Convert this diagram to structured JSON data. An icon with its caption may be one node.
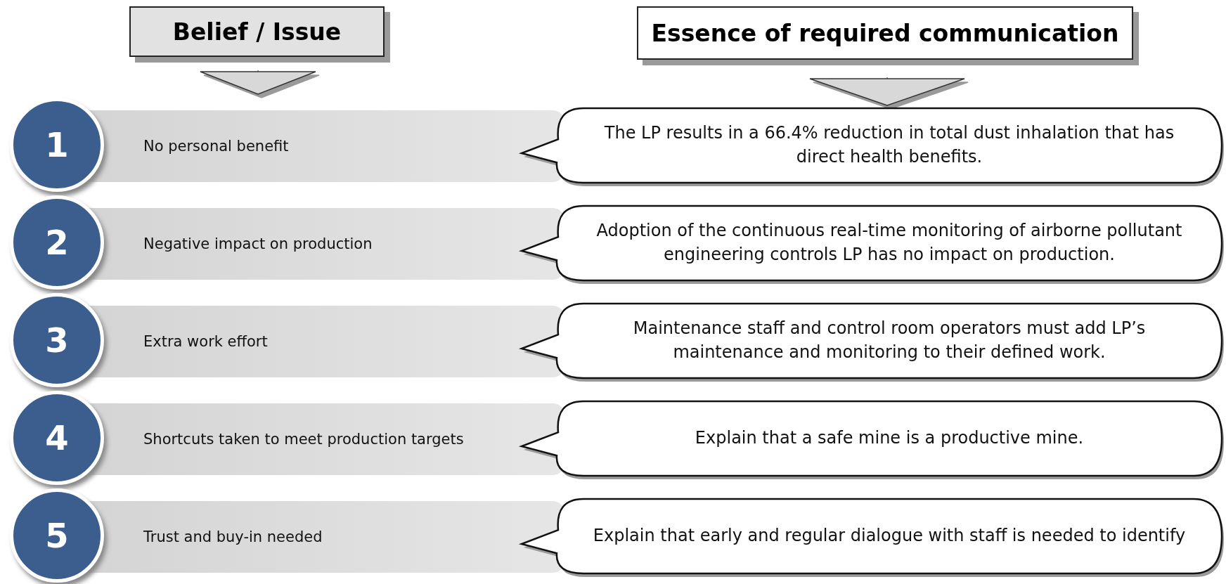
{
  "diagram": {
    "nodes": [
      {
        "text": [
          "Belief / Issue"
        ]
      },
      {
        "text": [
          "Essence of required communication"
        ]
      },
      {
        "text": [
          "1"
        ]
      },
      {
        "text": [
          "No personal benefit"
        ]
      },
      {
        "text": [
          "The LP results in a 66.4% reduction in total dust inhalation that has direct health benefits."
        ]
      },
      {
        "text": [
          "2"
        ]
      },
      {
        "text": [
          "Negative impact on production"
        ]
      },
      {
        "text": [
          "Adoption of the continuous real-time monitoring of airborne pollutant engineering controls LP has no impact on production."
        ]
      },
      {
        "text": [
          "3"
        ]
      },
      {
        "text": [
          "Extra work effort"
        ]
      },
      {
        "text": [
          "Maintenance staff and control room operators must add LP’s maintenance and monitoring to their defined work."
        ]
      },
      {
        "text": [
          "4"
        ]
      },
      {
        "text": [
          "Shortcuts taken to meet production targets"
        ]
      },
      {
        "text": [
          "Explain that a safe mine is a productive mine."
        ]
      },
      {
        "text": [
          "5"
        ]
      },
      {
        "text": [
          "Trust and buy-in needed"
        ]
      },
      {
        "text": [
          "Explain that early and regular dialogue with staff is needed to identify"
        ]
      }
    ],
    "edges": [
      {
        "from": 0,
        "to": 3,
        "arrow": "to"
      },
      {
        "from": 1,
        "to": 4,
        "arrow": "to"
      }
    ]
  }
}
